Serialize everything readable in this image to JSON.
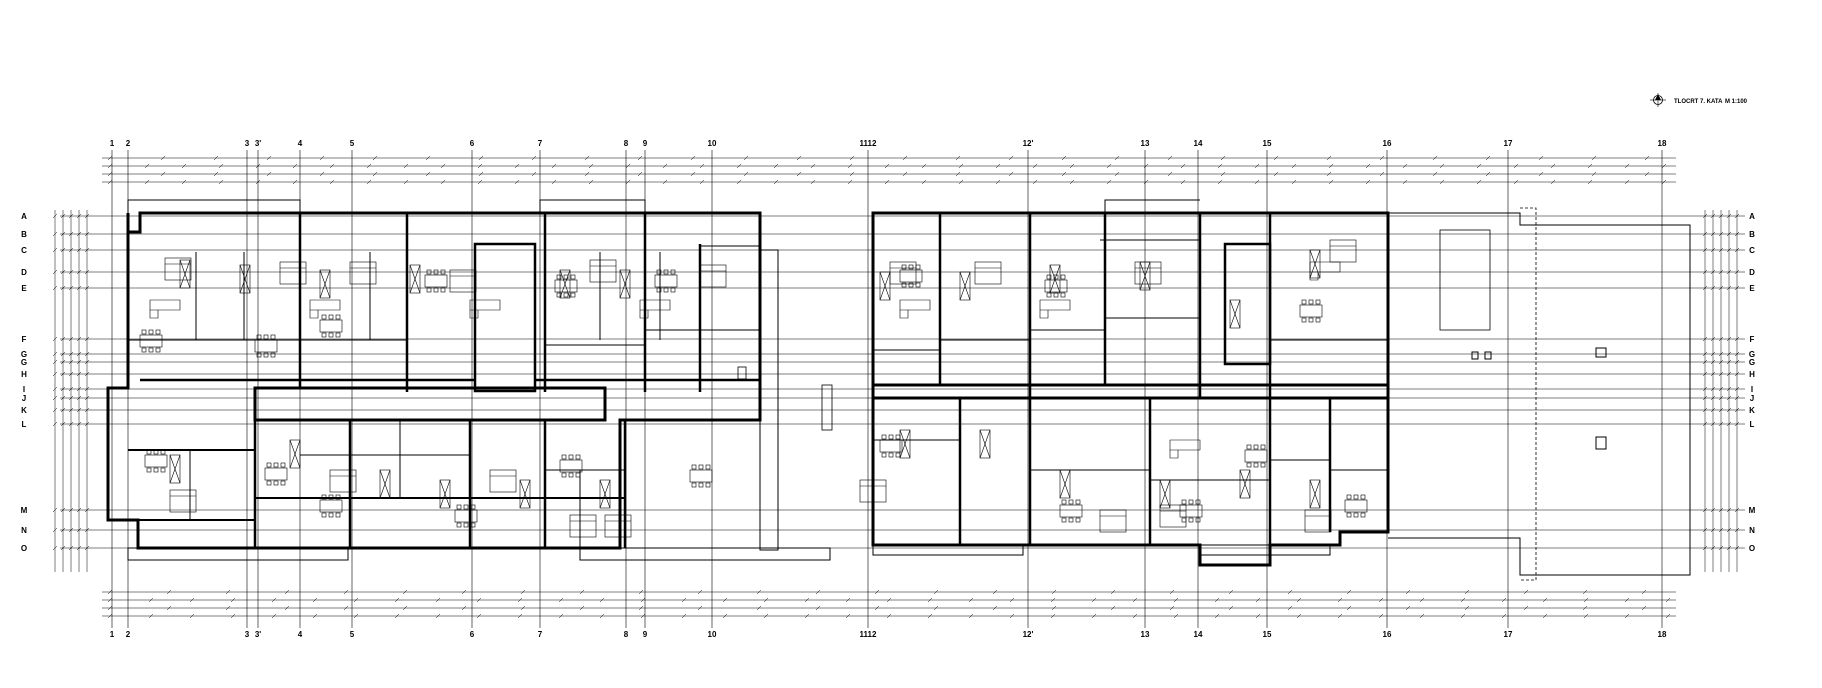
{
  "drawing": {
    "title": "TLOCRT 7. KATA",
    "scale": "M 1:100"
  },
  "grid": {
    "column_labels": [
      "1",
      "2",
      "3",
      "3'",
      "4",
      "5",
      "6",
      "7",
      "8",
      "9",
      "10",
      "1112",
      "12'",
      "13",
      "14",
      "15",
      "16",
      "17",
      "18"
    ],
    "row_labels": [
      "A",
      "B",
      "C",
      "D",
      "E",
      "F",
      "G",
      "G",
      "H",
      "I",
      "J",
      "K",
      "L",
      "M",
      "N",
      "O"
    ]
  },
  "colors": {
    "line": "#000000",
    "background": "#ffffff"
  },
  "icons": {
    "north_arrow": "north-arrow-icon",
    "furniture": "furniture-symbol-icon"
  }
}
